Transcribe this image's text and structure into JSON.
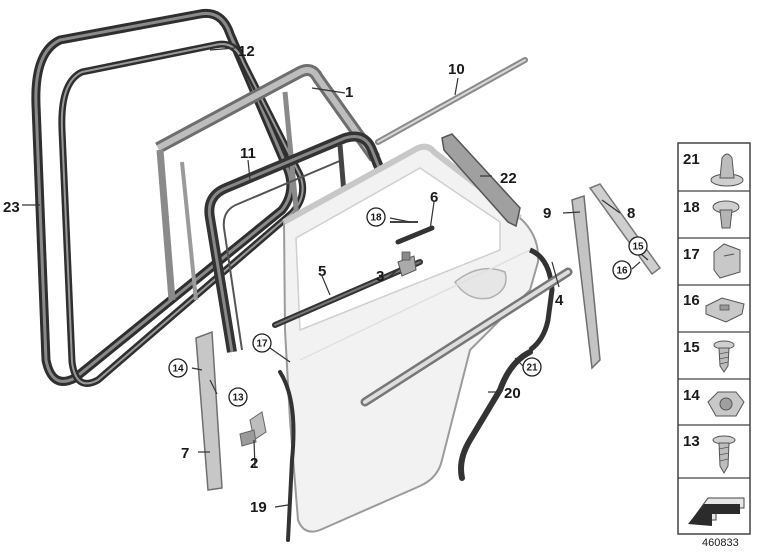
{
  "diagram_id": "460833",
  "callouts": {
    "c1": "1",
    "c2": "2",
    "c3": "3",
    "c4": "4",
    "c5": "5",
    "c6": "6",
    "c7": "7",
    "c8": "8",
    "c9": "9",
    "c10": "10",
    "c11": "11",
    "c12": "12",
    "c13": "13",
    "c14": "14",
    "c15": "15",
    "c16": "16",
    "c17": "17",
    "c18": "18",
    "c19": "19",
    "c20": "20",
    "c21": "21",
    "c22": "22",
    "c23": "23"
  },
  "legend": [
    "21",
    "18",
    "17",
    "16",
    "15",
    "14",
    "13"
  ]
}
